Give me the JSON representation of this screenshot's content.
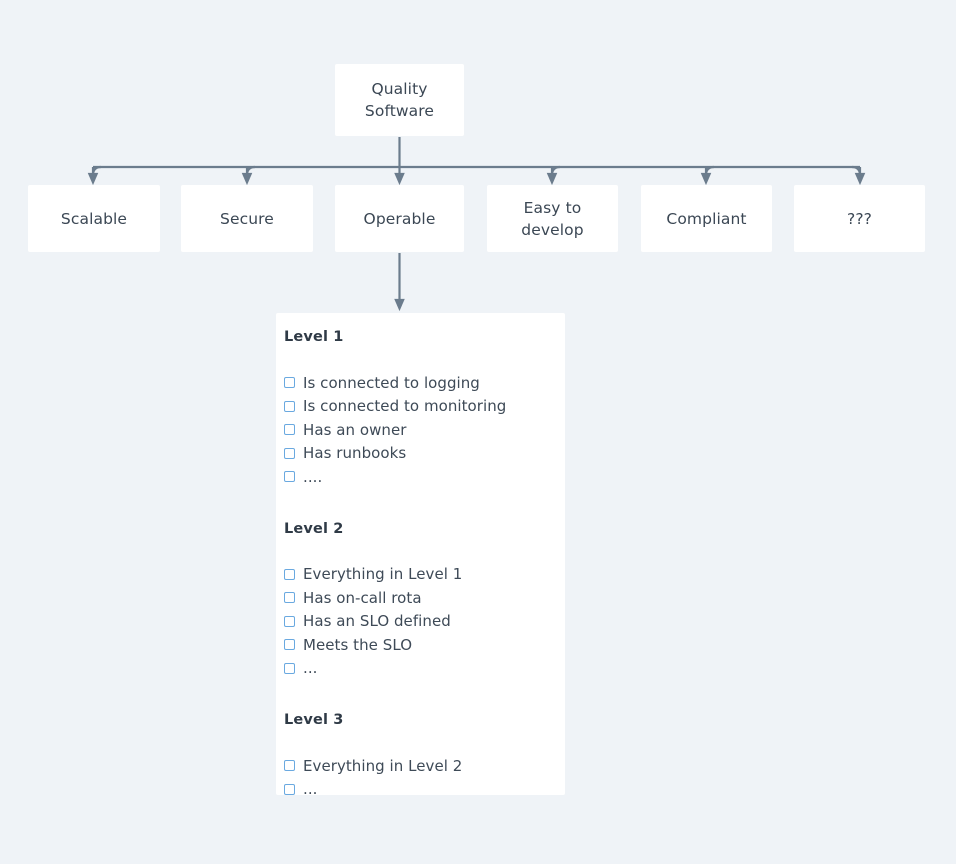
{
  "diagram": {
    "type": "tree-with-checklist",
    "background_color": "#eff3f7",
    "node_fill": "#ffffff",
    "connector_color": "#6b7c8d",
    "text_color": "#3b4754",
    "checkbox_color": "#6aa9e0",
    "root": {
      "label_line1": "Quality",
      "label_line2": "Software"
    },
    "children": [
      {
        "label_line1": "Scalable",
        "label_line2": ""
      },
      {
        "label_line1": "Secure",
        "label_line2": ""
      },
      {
        "label_line1": "Operable",
        "label_line2": ""
      },
      {
        "label_line1": "Easy to",
        "label_line2": "develop"
      },
      {
        "label_line1": "Compliant",
        "label_line2": ""
      },
      {
        "label_line1": "???",
        "label_line2": ""
      }
    ],
    "checklist": {
      "attached_to": "Operable",
      "levels": [
        {
          "heading": "Level 1",
          "items": [
            "Is connected to logging",
            "Is connected to monitoring",
            "Has an owner",
            "Has runbooks",
            "...."
          ]
        },
        {
          "heading": "Level 2",
          "items": [
            "Everything in Level 1",
            "Has on-call rota",
            "Has an SLO defined",
            "Meets the SLO",
            "..."
          ]
        },
        {
          "heading": "Level 3",
          "items": [
            "Everything in Level 2",
            "..."
          ]
        }
      ]
    }
  }
}
